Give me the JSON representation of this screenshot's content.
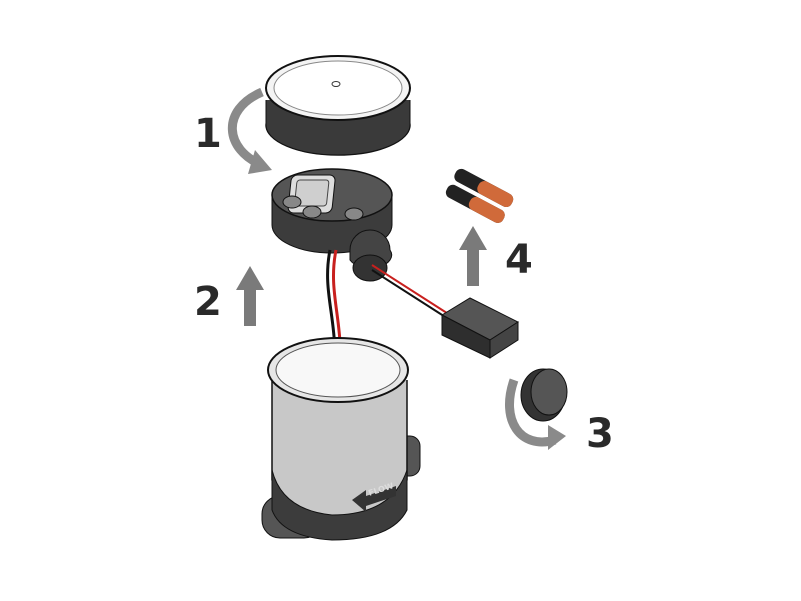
{
  "steps": [
    {
      "number": "1",
      "action": "remove-cap"
    },
    {
      "number": "2",
      "action": "lift-display-unit"
    },
    {
      "number": "3",
      "action": "unscrew-plug"
    },
    {
      "number": "4",
      "action": "insert-batteries"
    }
  ],
  "body_label": "FLOW",
  "colors": {
    "arrow": "#7a7a7a",
    "dark": "#3c3c3c",
    "body": "#c8c8c8",
    "wire_red": "#c8201e",
    "battery": "#d06a3a"
  }
}
